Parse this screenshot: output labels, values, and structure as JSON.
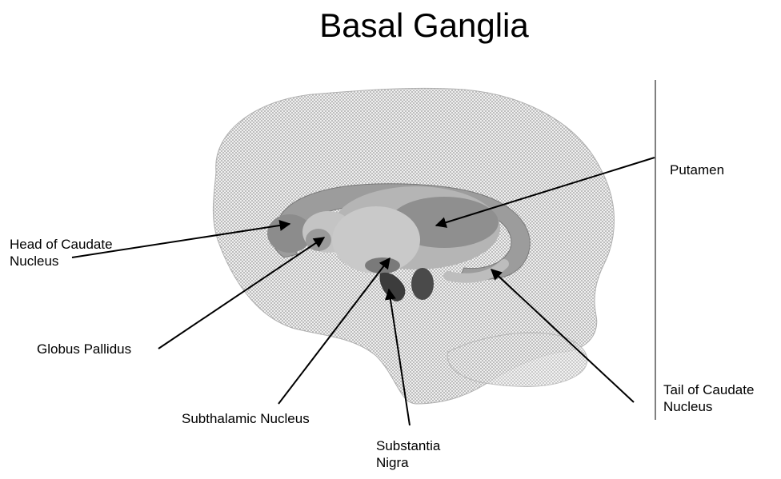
{
  "title": "Basal Ganglia",
  "labels": {
    "putamen": "Putamen",
    "head_of_caudate": [
      "Head of Caudate",
      "Nucleus"
    ],
    "globus_pallidus": "Globus Pallidus",
    "subthalamic_nucleus": "Subthalamic Nucleus",
    "substantia_nigra": [
      "Substantia",
      "Nigra"
    ],
    "tail_of_caudate": [
      "Tail of Caudate",
      "Nucleus"
    ]
  },
  "colors": {
    "brain": "#d9d9d9",
    "brain_dots": "#9a9a9a",
    "structures_light": "#b5b5b5",
    "structures_mid": "#8c8c8c",
    "structures_dark": "#3c3c3c",
    "lines": "#000000"
  }
}
